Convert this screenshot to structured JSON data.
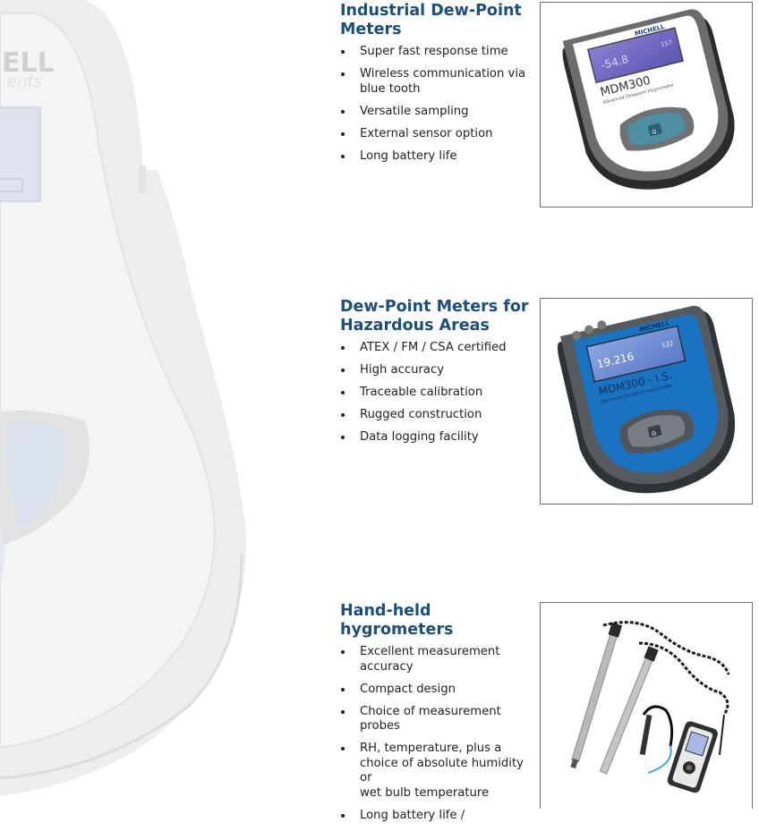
{
  "background_device": {
    "logo_fragments": [
      "ELL",
      "ents"
    ]
  },
  "sections": [
    {
      "title_line1": "Industrial Dew-Point",
      "title_line2": "Meters",
      "bullets": [
        [
          "Super fast response time"
        ],
        [
          "Wireless communication via",
          "blue tooth"
        ],
        [
          "Versatile sampling"
        ],
        [
          "External sensor option"
        ],
        [
          "Long battery life"
        ]
      ],
      "device": {
        "brand": "MICHELL",
        "model": "MDM300",
        "tagline": "Advanced Dewpoint Hygrometer",
        "reading": "-54.8",
        "small_reading": "157",
        "body_color": "#6a6c6e",
        "face_color": "#ffffff"
      }
    },
    {
      "title_line1": "Dew-Point Meters for",
      "title_line2": "Hazardous Areas",
      "bullets": [
        [
          "ATEX / FM / CSA certified"
        ],
        [
          "High accuracy"
        ],
        [
          "Traceable calibration"
        ],
        [
          "Rugged construction"
        ],
        [
          "Data logging facility"
        ]
      ],
      "device": {
        "brand": "MICHELL",
        "model": "MDM300 - I.S.",
        "tagline": "Advanced Dewpoint Hygrometer",
        "reading": "19.216",
        "small_reading": "122",
        "body_color": "#555a5f",
        "face_color": "#1a73c1"
      }
    },
    {
      "title_line1": "Hand-held",
      "title_line2": "hygrometers",
      "bullets": [
        [
          "Excellent measurement",
          "accuracy"
        ],
        [
          "Compact design"
        ],
        [
          "Choice of measurement",
          "probes"
        ],
        [
          "RH, temperature, plus a",
          "choice of absolute humidity or",
          "wet bulb temperature"
        ],
        [
          "Long battery life /"
        ]
      ]
    }
  ]
}
